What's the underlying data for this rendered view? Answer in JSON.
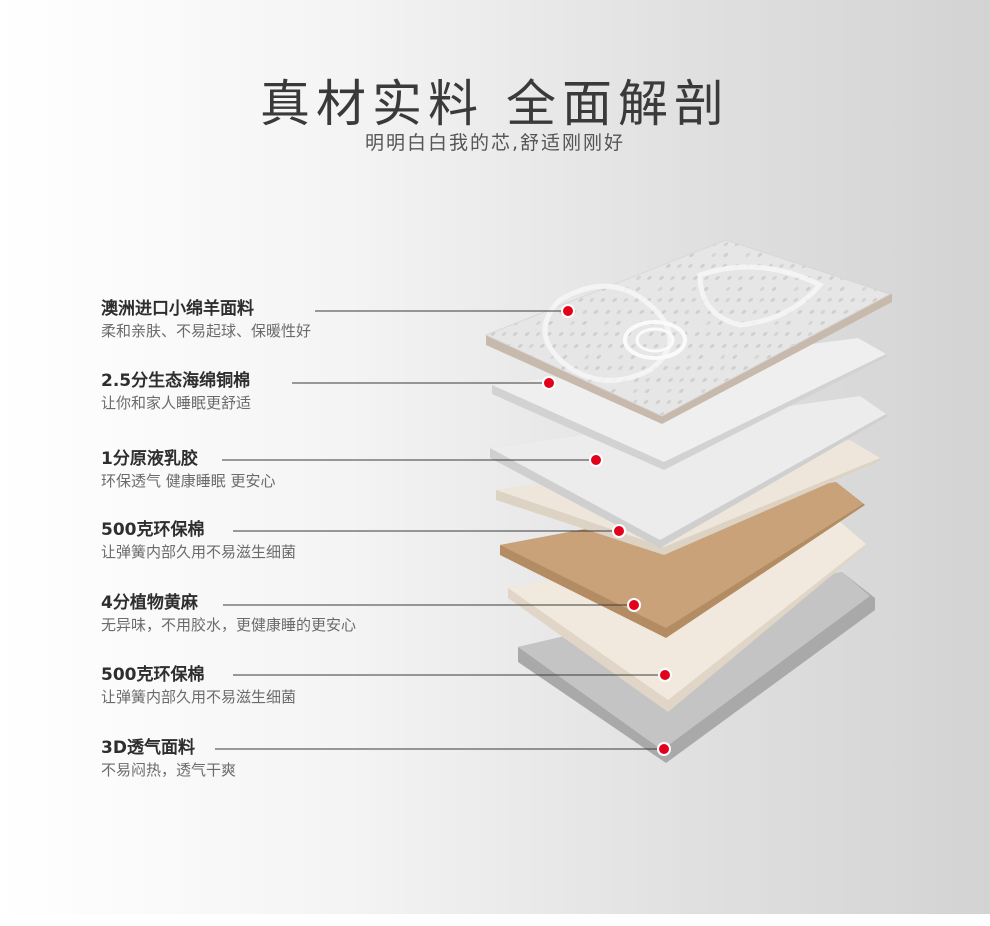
{
  "header": {
    "title": "真材实料 全面解剖",
    "subtitle": "明明白白我的芯,舒适刚刚好"
  },
  "layers": [
    {
      "name": "澳洲进口小绵羊面料",
      "desc": "柔和亲肤、不易起球、保暖性好"
    },
    {
      "name": "2.5分生态海绵铜棉",
      "desc": "让你和家人睡眠更舒适"
    },
    {
      "name": "1分原液乳胶",
      "desc": "环保透气 健康睡眠 更安心"
    },
    {
      "name": "500克环保棉",
      "desc": "让弹簧内部久用不易滋生细菌"
    },
    {
      "name": "4分植物黄麻",
      "desc": "无异味，不用胶水，更健康睡的更安心"
    },
    {
      "name": "500克环保棉",
      "desc": "让弹簧内部久用不易滋生细菌"
    },
    {
      "name": "3D透气面料",
      "desc": "不易闷热，透气干爽"
    }
  ],
  "colors": {
    "marker": "#e3001b",
    "line": "#3a3a3a",
    "jute": "#c9a27a",
    "cotton": "#eee4d6",
    "latex": "#ececec",
    "base": "#b9b9b9"
  }
}
